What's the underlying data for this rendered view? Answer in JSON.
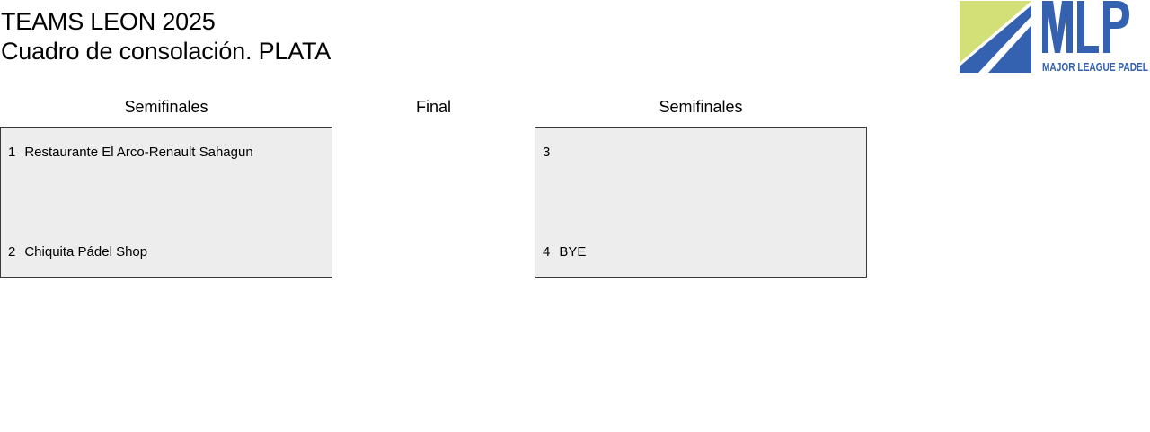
{
  "header": {
    "title_line1": "TEAMS LEON 2025",
    "title_line2": "Cuadro de consolación. PLATA"
  },
  "logo": {
    "text": "MLP",
    "subtitle": "MAJOR LEAGUE PADEL",
    "colors": {
      "blue": "#3562b0",
      "green": "#d3df77"
    }
  },
  "rounds": {
    "left": "Semifinales",
    "center": "Final",
    "right": "Semifinales"
  },
  "matches": [
    {
      "top": {
        "seed": "1",
        "team": "Restaurante El Arco-Renault Sahagun"
      },
      "bottom": {
        "seed": "2",
        "team": "Chiquita Pádel Shop"
      }
    },
    {
      "top": {
        "seed": "3",
        "team": ""
      },
      "bottom": {
        "seed": "4",
        "team": "BYE"
      }
    }
  ],
  "colors": {
    "box_background": "#ededed",
    "box_border": "#3a3a3a"
  }
}
